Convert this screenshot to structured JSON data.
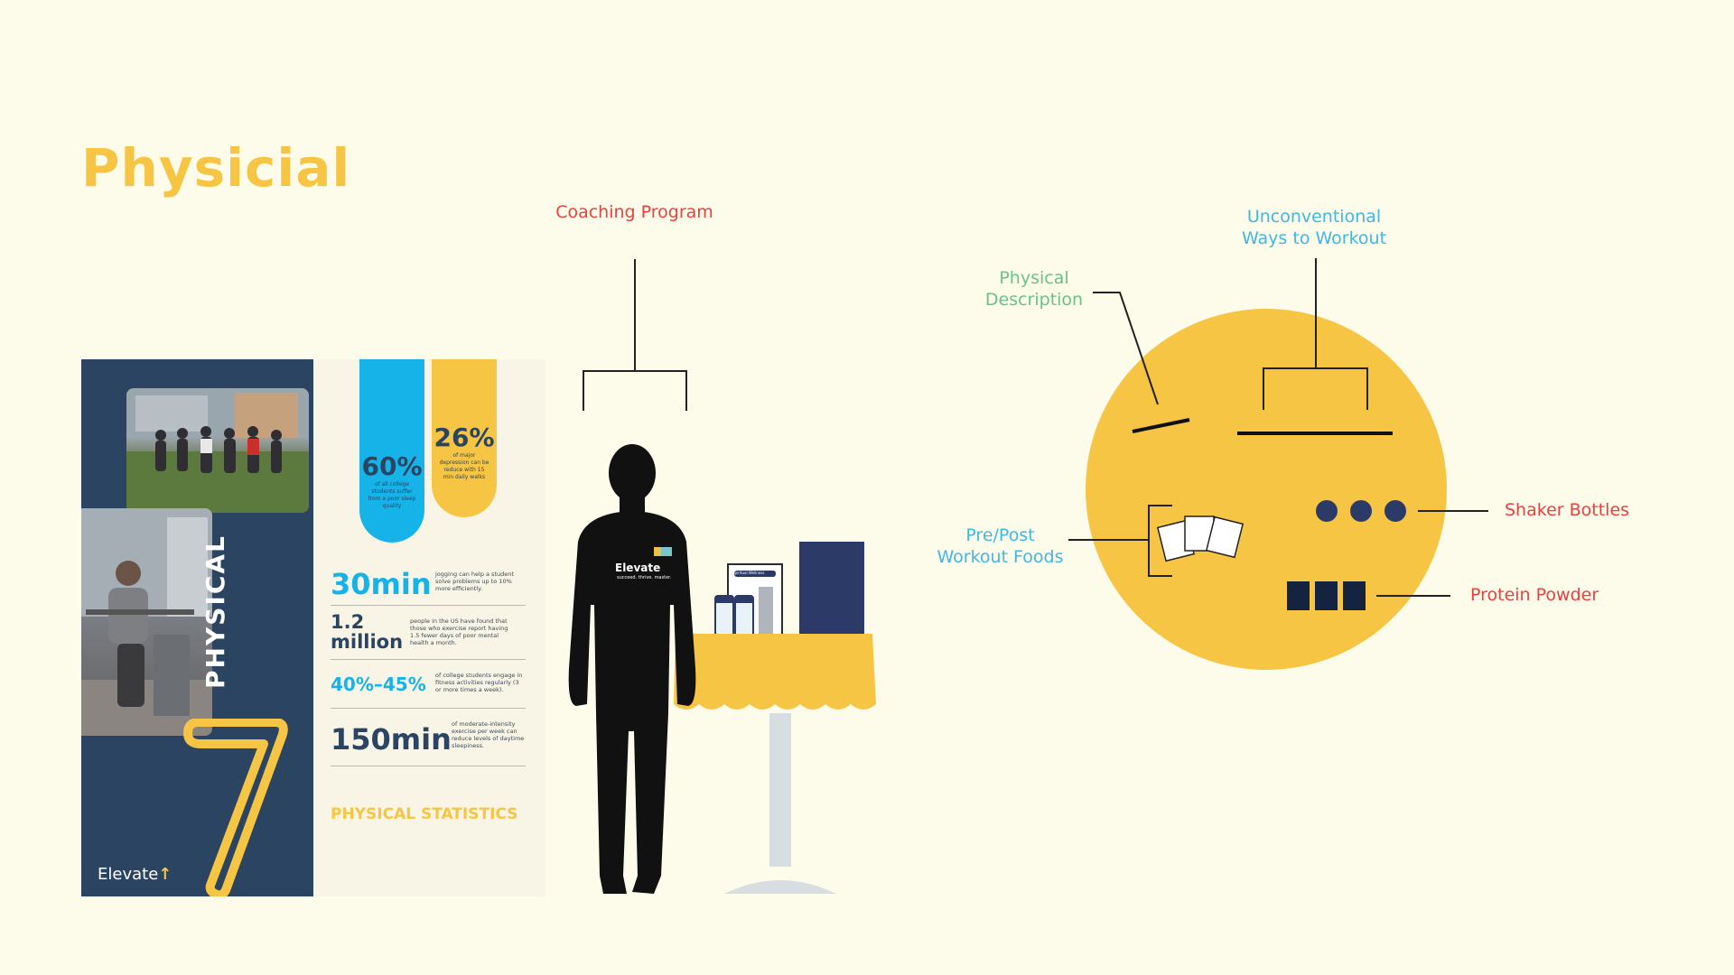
{
  "title": "Physicial",
  "poster": {
    "vertical_title": "PHYSICAL",
    "logo_text": "Elevate",
    "logo_arrow": "↑",
    "stat_60": {
      "value": "60%",
      "desc": "of all college students suffer from a poor sleep quality"
    },
    "stat_26": {
      "value": "26%",
      "desc": "of major depression can be reduce with 15 min daily walks"
    },
    "stats": [
      {
        "value": "30min",
        "desc": "jogging can help a student solve problems up to 10% more efficiently."
      },
      {
        "value": "1.2 million",
        "desc": "people in the US have found that those who exercise report having 1.5 fewer days of poor mental health a month."
      },
      {
        "value": "40%–45%",
        "desc": "of college students engage in fitness activities regularly (3 or more times a week)."
      },
      {
        "value": "150min",
        "desc": "of moderate-intensity exercise per week can reduce levels of daytime sleepiness."
      }
    ],
    "footer": "PHYSICAL STATISTICS"
  },
  "booth": {
    "coaching_label": "Coaching Program",
    "shirt_logo": "Elevate",
    "shirt_tagline": "succeed. thrive. master.",
    "sign_text": "Spiritual Wellness"
  },
  "plan": {
    "labels": {
      "unconventional": "Unconventional Ways to Workout",
      "unconventional_l1": "Unconventional",
      "unconventional_l2": "Ways to Workout",
      "physical_desc_l1": "Physical",
      "physical_desc_l2": "Description",
      "prepost_l1": "Pre/Post",
      "prepost_l2": "Workout Foods",
      "shaker": "Shaker Bottles",
      "protein": "Protein Powder"
    }
  },
  "colors": {
    "background": "#fdfbea",
    "yellow": "#f7c544",
    "navy": "#2b4462",
    "cyan": "#16b3e8",
    "red_label": "#e8413f",
    "green_label": "#6cc08b",
    "blue_label": "#41b7e3"
  }
}
